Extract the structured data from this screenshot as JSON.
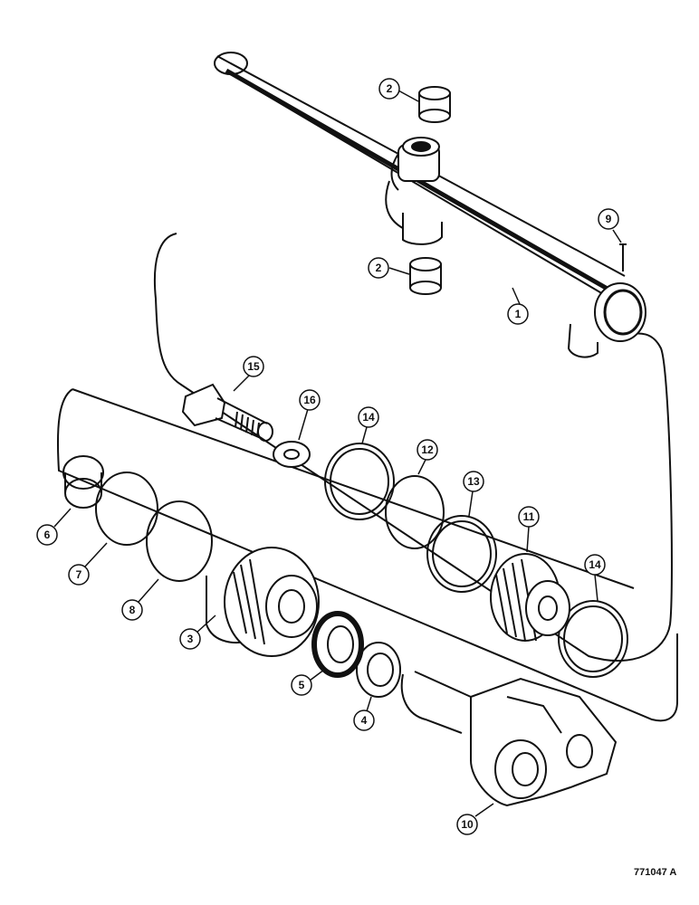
{
  "figure_code": "771047 A",
  "callouts": [
    {
      "id": "callout-1",
      "label": "1"
    },
    {
      "id": "callout-2-top",
      "label": "2"
    },
    {
      "id": "callout-2-bottom",
      "label": "2"
    },
    {
      "id": "callout-3",
      "label": "3"
    },
    {
      "id": "callout-4",
      "label": "4"
    },
    {
      "id": "callout-5",
      "label": "5"
    },
    {
      "id": "callout-6",
      "label": "6"
    },
    {
      "id": "callout-7",
      "label": "7"
    },
    {
      "id": "callout-8",
      "label": "8"
    },
    {
      "id": "callout-9",
      "label": "9"
    },
    {
      "id": "callout-10",
      "label": "10"
    },
    {
      "id": "callout-11",
      "label": "11"
    },
    {
      "id": "callout-12",
      "label": "12"
    },
    {
      "id": "callout-13",
      "label": "13"
    },
    {
      "id": "callout-14-left",
      "label": "14"
    },
    {
      "id": "callout-14-right",
      "label": "14"
    },
    {
      "id": "callout-15",
      "label": "15"
    },
    {
      "id": "callout-16",
      "label": "16"
    }
  ]
}
